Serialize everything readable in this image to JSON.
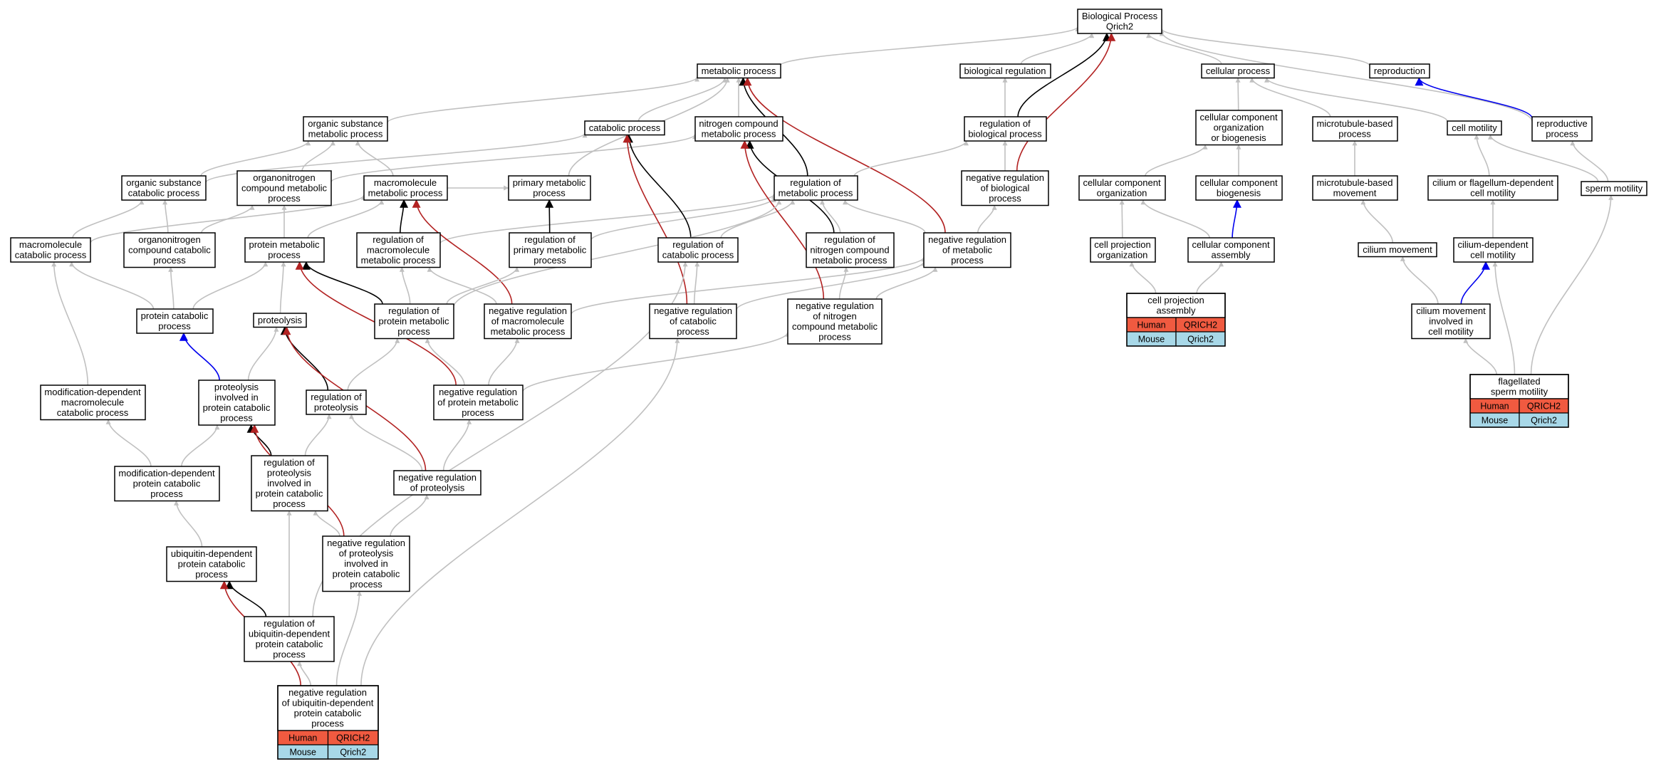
{
  "colors": {
    "default_edge": "#c0c0c0",
    "is_a_edge": "#000000",
    "negative_regulation_edge": "#b22222",
    "positive_regulation_edge": "#0000ee",
    "human_cell": "#f05a40",
    "mouse_cell": "#a8d8e8"
  },
  "species_table": {
    "human_label": "Human",
    "human_gene": "QRICH2",
    "mouse_label": "Mouse",
    "mouse_gene": "Qrich2"
  },
  "nodes": [
    {
      "id": "root",
      "lines": [
        "Biological Process",
        "Qrich2"
      ]
    },
    {
      "id": "metabolic",
      "lines": [
        "metabolic process"
      ]
    },
    {
      "id": "bioreg",
      "lines": [
        "biological regulation"
      ]
    },
    {
      "id": "cellular",
      "lines": [
        "cellular process"
      ]
    },
    {
      "id": "reproduction",
      "lines": [
        "reproduction"
      ]
    },
    {
      "id": "organic_sub",
      "lines": [
        "organic substance",
        "metabolic process"
      ]
    },
    {
      "id": "catabolic",
      "lines": [
        "catabolic process"
      ]
    },
    {
      "id": "nitrogen",
      "lines": [
        "nitrogen compound",
        "metabolic process"
      ]
    },
    {
      "id": "reg_bio",
      "lines": [
        "regulation of",
        "biological process"
      ]
    },
    {
      "id": "cc_org_bio",
      "lines": [
        "cellular component",
        "organization",
        "or biogenesis"
      ]
    },
    {
      "id": "microtubule",
      "lines": [
        "microtubule-based",
        "process"
      ]
    },
    {
      "id": "cell_motility",
      "lines": [
        "cell motility"
      ]
    },
    {
      "id": "repro_process",
      "lines": [
        "reproductive",
        "process"
      ]
    },
    {
      "id": "org_sub_cat",
      "lines": [
        "organic substance",
        "catabolic process"
      ]
    },
    {
      "id": "organonitrogen",
      "lines": [
        "organonitrogen",
        "compound metabolic",
        "process"
      ]
    },
    {
      "id": "macromolecule",
      "lines": [
        "macromolecule",
        "metabolic process"
      ]
    },
    {
      "id": "primary",
      "lines": [
        "primary metabolic",
        "process"
      ]
    },
    {
      "id": "reg_metabolic",
      "lines": [
        "regulation of",
        "metabolic process"
      ]
    },
    {
      "id": "neg_reg_bio",
      "lines": [
        "negative regulation",
        "of biological",
        "process"
      ]
    },
    {
      "id": "cc_org",
      "lines": [
        "cellular component",
        "organization"
      ]
    },
    {
      "id": "cc_biogenesis",
      "lines": [
        "cellular component",
        "biogenesis"
      ]
    },
    {
      "id": "mt_movement",
      "lines": [
        "microtubule-based",
        "movement"
      ]
    },
    {
      "id": "cilium_flag_motility",
      "lines": [
        "cilium or flagellum-dependent",
        "cell motility"
      ]
    },
    {
      "id": "sperm_motility",
      "lines": [
        "sperm motility"
      ]
    },
    {
      "id": "macro_cat",
      "lines": [
        "macromolecule",
        "catabolic process"
      ]
    },
    {
      "id": "organonitrogen_cat",
      "lines": [
        "organonitrogen",
        "compound catabolic",
        "process"
      ]
    },
    {
      "id": "protein_met",
      "lines": [
        "protein metabolic",
        "process"
      ]
    },
    {
      "id": "reg_macro",
      "lines": [
        "regulation of",
        "macromolecule",
        "metabolic process"
      ]
    },
    {
      "id": "reg_primary",
      "lines": [
        "regulation of",
        "primary metabolic",
        "process"
      ]
    },
    {
      "id": "reg_catabolic",
      "lines": [
        "regulation of",
        "catabolic process"
      ]
    },
    {
      "id": "reg_nitrogen",
      "lines": [
        "regulation of",
        "nitrogen compound",
        "metabolic process"
      ]
    },
    {
      "id": "neg_reg_metabolic",
      "lines": [
        "negative regulation",
        "of metabolic",
        "process"
      ]
    },
    {
      "id": "cell_proj_org",
      "lines": [
        "cell projection",
        "organization"
      ]
    },
    {
      "id": "cc_assembly",
      "lines": [
        "cellular component",
        "assembly"
      ]
    },
    {
      "id": "cilium_movement",
      "lines": [
        "cilium movement"
      ]
    },
    {
      "id": "cilium_dep_motility",
      "lines": [
        "cilium-dependent",
        "cell motility"
      ]
    },
    {
      "id": "protein_cat",
      "lines": [
        "protein catabolic",
        "process"
      ]
    },
    {
      "id": "proteolysis",
      "lines": [
        "proteolysis"
      ]
    },
    {
      "id": "reg_protein_met",
      "lines": [
        "regulation of",
        "protein metabolic",
        "process"
      ]
    },
    {
      "id": "neg_reg_macro",
      "lines": [
        "negative regulation",
        "of macromolecule",
        "metabolic process"
      ]
    },
    {
      "id": "neg_reg_catabolic",
      "lines": [
        "negative regulation",
        "of catabolic",
        "process"
      ]
    },
    {
      "id": "neg_reg_nitrogen",
      "lines": [
        "negative regulation",
        "of nitrogen",
        "compound metabolic",
        "process"
      ]
    },
    {
      "id": "cell_proj_assembly",
      "lines": [
        "cell projection",
        "assembly"
      ],
      "species": true
    },
    {
      "id": "cilium_mov_motility",
      "lines": [
        "cilium movement",
        "involved in",
        "cell motility"
      ]
    },
    {
      "id": "mod_dep_macro_cat",
      "lines": [
        "modification-dependent",
        "macromolecule",
        "catabolic process"
      ]
    },
    {
      "id": "proteolysis_pcp",
      "lines": [
        "proteolysis",
        "involved in",
        "protein catabolic",
        "process"
      ]
    },
    {
      "id": "reg_proteolysis",
      "lines": [
        "regulation of",
        "proteolysis"
      ]
    },
    {
      "id": "neg_reg_protein_met",
      "lines": [
        "negative regulation",
        "of protein metabolic",
        "process"
      ]
    },
    {
      "id": "flagellated_sperm",
      "lines": [
        "flagellated",
        "sperm motility"
      ],
      "species": true
    },
    {
      "id": "mod_dep_protein_cat",
      "lines": [
        "modification-dependent",
        "protein catabolic",
        "process"
      ]
    },
    {
      "id": "reg_proteolysis_pcp",
      "lines": [
        "regulation of",
        "proteolysis",
        "involved in",
        "protein catabolic",
        "process"
      ]
    },
    {
      "id": "neg_reg_proteolysis",
      "lines": [
        "negative regulation",
        "of proteolysis"
      ]
    },
    {
      "id": "ubiquitin_dep",
      "lines": [
        "ubiquitin-dependent",
        "protein catabolic",
        "process"
      ]
    },
    {
      "id": "neg_reg_proteolysis_pcp",
      "lines": [
        "negative regulation",
        "of proteolysis",
        "involved in",
        "protein catabolic",
        "process"
      ]
    },
    {
      "id": "reg_ubiquitin",
      "lines": [
        "regulation of",
        "ubiquitin-dependent",
        "protein catabolic",
        "process"
      ]
    },
    {
      "id": "neg_reg_ubiquitin",
      "lines": [
        "negative regulation",
        "of ubiquitin-dependent",
        "protein catabolic",
        "process"
      ],
      "species": true
    }
  ],
  "edges": [
    {
      "from": "metabolic",
      "to": "root",
      "kind": "default"
    },
    {
      "from": "bioreg",
      "to": "root",
      "kind": "default"
    },
    {
      "from": "cellular",
      "to": "root",
      "kind": "default"
    },
    {
      "from": "reproduction",
      "to": "root",
      "kind": "default"
    },
    {
      "from": "repro_process",
      "to": "root",
      "kind": "default"
    },
    {
      "from": "reg_bio",
      "to": "root",
      "kind": "is_a"
    },
    {
      "from": "neg_reg_bio",
      "to": "root",
      "kind": "negative"
    },
    {
      "from": "repro_process",
      "to": "reproduction",
      "kind": "positive"
    },
    {
      "from": "organic_sub",
      "to": "metabolic",
      "kind": "default"
    },
    {
      "from": "catabolic",
      "to": "metabolic",
      "kind": "default"
    },
    {
      "from": "nitrogen",
      "to": "metabolic",
      "kind": "default"
    },
    {
      "from": "primary",
      "to": "metabolic",
      "kind": "default"
    },
    {
      "from": "reg_metabolic",
      "to": "metabolic",
      "kind": "is_a"
    },
    {
      "from": "neg_reg_metabolic",
      "to": "metabolic",
      "kind": "negative"
    },
    {
      "from": "reg_bio",
      "to": "bioreg",
      "kind": "default"
    },
    {
      "from": "reg_metabolic",
      "to": "reg_bio",
      "kind": "default"
    },
    {
      "from": "neg_reg_bio",
      "to": "reg_bio",
      "kind": "default"
    },
    {
      "from": "neg_reg_metabolic",
      "to": "neg_reg_bio",
      "kind": "default"
    },
    {
      "from": "cc_org_bio",
      "to": "cellular",
      "kind": "default"
    },
    {
      "from": "microtubule",
      "to": "cellular",
      "kind": "default"
    },
    {
      "from": "cell_motility",
      "to": "cellular",
      "kind": "default"
    },
    {
      "from": "cc_org",
      "to": "cc_org_bio",
      "kind": "default"
    },
    {
      "from": "cc_biogenesis",
      "to": "cc_org_bio",
      "kind": "default"
    },
    {
      "from": "mt_movement",
      "to": "microtubule",
      "kind": "default"
    },
    {
      "from": "cilium_flag_motility",
      "to": "cell_motility",
      "kind": "default"
    },
    {
      "from": "sperm_motility",
      "to": "cell_motility",
      "kind": "default"
    },
    {
      "from": "sperm_motility",
      "to": "repro_process",
      "kind": "default"
    },
    {
      "from": "cilium_dep_motility",
      "to": "cilium_flag_motility",
      "kind": "default"
    },
    {
      "from": "cilium_movement",
      "to": "mt_movement",
      "kind": "default"
    },
    {
      "from": "cell_proj_org",
      "to": "cc_org",
      "kind": "default"
    },
    {
      "from": "cc_assembly",
      "to": "cc_org",
      "kind": "default"
    },
    {
      "from": "cc_assembly",
      "to": "cc_biogenesis",
      "kind": "positive"
    },
    {
      "from": "cell_proj_assembly",
      "to": "cell_proj_org",
      "kind": "default"
    },
    {
      "from": "cell_proj_assembly",
      "to": "cc_assembly",
      "kind": "default"
    },
    {
      "from": "cilium_mov_motility",
      "to": "cilium_movement",
      "kind": "default"
    },
    {
      "from": "cilium_mov_motility",
      "to": "cilium_dep_motility",
      "kind": "positive"
    },
    {
      "from": "flagellated_sperm",
      "to": "cilium_mov_motility",
      "kind": "default"
    },
    {
      "from": "flagellated_sperm",
      "to": "cilium_dep_motility",
      "kind": "default"
    },
    {
      "from": "flagellated_sperm",
      "to": "sperm_motility",
      "kind": "default"
    },
    {
      "from": "org_sub_cat",
      "to": "organic_sub",
      "kind": "default"
    },
    {
      "from": "org_sub_cat",
      "to": "catabolic",
      "kind": "default"
    },
    {
      "from": "organonitrogen",
      "to": "organic_sub",
      "kind": "default"
    },
    {
      "from": "organonitrogen",
      "to": "nitrogen",
      "kind": "default"
    },
    {
      "from": "macromolecule",
      "to": "organic_sub",
      "kind": "default"
    },
    {
      "from": "macromolecule",
      "to": "primary",
      "kind": "default"
    },
    {
      "from": "macro_cat",
      "to": "org_sub_cat",
      "kind": "default"
    },
    {
      "from": "macro_cat",
      "to": "macromolecule",
      "kind": "default"
    },
    {
      "from": "organonitrogen_cat",
      "to": "org_sub_cat",
      "kind": "default"
    },
    {
      "from": "organonitrogen_cat",
      "to": "organonitrogen",
      "kind": "default"
    },
    {
      "from": "protein_met",
      "to": "organonitrogen",
      "kind": "default"
    },
    {
      "from": "protein_met",
      "to": "macromolecule",
      "kind": "default"
    },
    {
      "from": "reg_macro",
      "to": "macromolecule",
      "kind": "is_a"
    },
    {
      "from": "reg_macro",
      "to": "reg_metabolic",
      "kind": "default"
    },
    {
      "from": "reg_primary",
      "to": "primary",
      "kind": "is_a"
    },
    {
      "from": "reg_primary",
      "to": "reg_metabolic",
      "kind": "default"
    },
    {
      "from": "reg_catabolic",
      "to": "catabolic",
      "kind": "is_a"
    },
    {
      "from": "reg_catabolic",
      "to": "reg_metabolic",
      "kind": "default"
    },
    {
      "from": "reg_nitrogen",
      "to": "nitrogen",
      "kind": "is_a"
    },
    {
      "from": "reg_nitrogen",
      "to": "reg_metabolic",
      "kind": "default"
    },
    {
      "from": "neg_reg_metabolic",
      "to": "reg_metabolic",
      "kind": "default"
    },
    {
      "from": "neg_reg_macro",
      "to": "macromolecule",
      "kind": "negative"
    },
    {
      "from": "neg_reg_macro",
      "to": "reg_macro",
      "kind": "default"
    },
    {
      "from": "neg_reg_macro",
      "to": "neg_reg_metabolic",
      "kind": "default"
    },
    {
      "from": "neg_reg_catabolic",
      "to": "catabolic",
      "kind": "negative"
    },
    {
      "from": "neg_reg_catabolic",
      "to": "reg_catabolic",
      "kind": "default"
    },
    {
      "from": "neg_reg_catabolic",
      "to": "neg_reg_metabolic",
      "kind": "default"
    },
    {
      "from": "neg_reg_nitrogen",
      "to": "nitrogen",
      "kind": "negative"
    },
    {
      "from": "neg_reg_nitrogen",
      "to": "reg_nitrogen",
      "kind": "default"
    },
    {
      "from": "neg_reg_nitrogen",
      "to": "neg_reg_metabolic",
      "kind": "default"
    },
    {
      "from": "protein_cat",
      "to": "macro_cat",
      "kind": "default"
    },
    {
      "from": "protein_cat",
      "to": "organonitrogen_cat",
      "kind": "default"
    },
    {
      "from": "protein_cat",
      "to": "protein_met",
      "kind": "default"
    },
    {
      "from": "proteolysis",
      "to": "protein_met",
      "kind": "default"
    },
    {
      "from": "reg_protein_met",
      "to": "protein_met",
      "kind": "is_a"
    },
    {
      "from": "reg_protein_met",
      "to": "reg_macro",
      "kind": "default"
    },
    {
      "from": "reg_protein_met",
      "to": "reg_primary",
      "kind": "default"
    },
    {
      "from": "reg_protein_met",
      "to": "reg_metabolic",
      "kind": "default"
    },
    {
      "from": "mod_dep_macro_cat",
      "to": "macro_cat",
      "kind": "default"
    },
    {
      "from": "proteolysis_pcp",
      "to": "protein_cat",
      "kind": "positive"
    },
    {
      "from": "proteolysis_pcp",
      "to": "proteolysis",
      "kind": "default"
    },
    {
      "from": "reg_proteolysis",
      "to": "proteolysis",
      "kind": "is_a"
    },
    {
      "from": "reg_proteolysis",
      "to": "reg_protein_met",
      "kind": "default"
    },
    {
      "from": "neg_reg_protein_met",
      "to": "protein_met",
      "kind": "negative"
    },
    {
      "from": "neg_reg_protein_met",
      "to": "reg_protein_met",
      "kind": "default"
    },
    {
      "from": "neg_reg_protein_met",
      "to": "neg_reg_macro",
      "kind": "default"
    },
    {
      "from": "neg_reg_protein_met",
      "to": "neg_reg_nitrogen",
      "kind": "default"
    },
    {
      "from": "mod_dep_protein_cat",
      "to": "mod_dep_macro_cat",
      "kind": "default"
    },
    {
      "from": "mod_dep_protein_cat",
      "to": "proteolysis_pcp",
      "kind": "default"
    },
    {
      "from": "reg_proteolysis_pcp",
      "to": "proteolysis_pcp",
      "kind": "is_a"
    },
    {
      "from": "reg_proteolysis_pcp",
      "to": "reg_proteolysis",
      "kind": "default"
    },
    {
      "from": "neg_reg_proteolysis",
      "to": "proteolysis",
      "kind": "negative"
    },
    {
      "from": "neg_reg_proteolysis",
      "to": "reg_proteolysis",
      "kind": "default"
    },
    {
      "from": "neg_reg_proteolysis",
      "to": "neg_reg_protein_met",
      "kind": "default"
    },
    {
      "from": "ubiquitin_dep",
      "to": "mod_dep_protein_cat",
      "kind": "default"
    },
    {
      "from": "neg_reg_proteolysis_pcp",
      "to": "proteolysis_pcp",
      "kind": "negative"
    },
    {
      "from": "neg_reg_proteolysis_pcp",
      "to": "reg_proteolysis_pcp",
      "kind": "default"
    },
    {
      "from": "neg_reg_proteolysis_pcp",
      "to": "neg_reg_proteolysis",
      "kind": "default"
    },
    {
      "from": "reg_ubiquitin",
      "to": "ubiquitin_dep",
      "kind": "is_a"
    },
    {
      "from": "reg_ubiquitin",
      "to": "reg_proteolysis_pcp",
      "kind": "default"
    },
    {
      "from": "reg_ubiquitin",
      "to": "reg_catabolic",
      "kind": "default"
    },
    {
      "from": "neg_reg_ubiquitin",
      "to": "ubiquitin_dep",
      "kind": "negative"
    },
    {
      "from": "neg_reg_ubiquitin",
      "to": "reg_ubiquitin",
      "kind": "default"
    },
    {
      "from": "neg_reg_ubiquitin",
      "to": "neg_reg_proteolysis_pcp",
      "kind": "default"
    },
    {
      "from": "neg_reg_ubiquitin",
      "to": "neg_reg_catabolic",
      "kind": "default"
    }
  ]
}
